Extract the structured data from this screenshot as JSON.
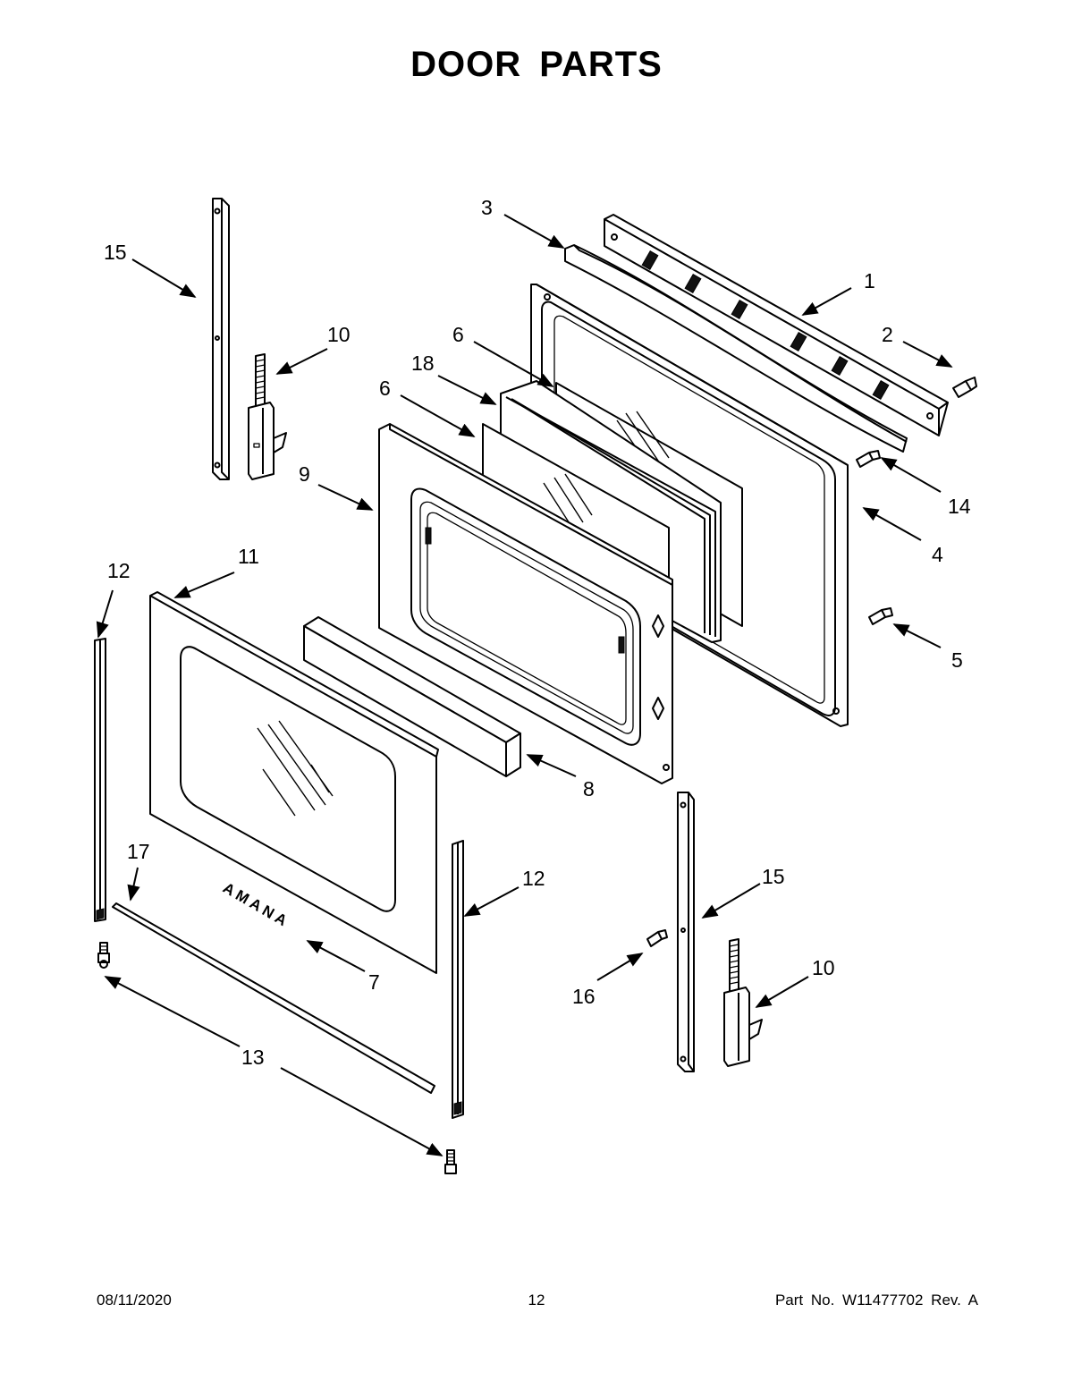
{
  "title": "DOOR PARTS",
  "brand_logo_text": "AMANA",
  "callouts": [
    "1",
    "2",
    "3",
    "4",
    "5",
    "6",
    "6",
    "7",
    "8",
    "9",
    "10",
    "10",
    "11",
    "12",
    "12",
    "13",
    "14",
    "15",
    "15",
    "16",
    "17",
    "18"
  ],
  "footer": {
    "date": "08/11/2020",
    "page": "12",
    "part_no": "Part No.  W11477702  Rev.  A"
  }
}
